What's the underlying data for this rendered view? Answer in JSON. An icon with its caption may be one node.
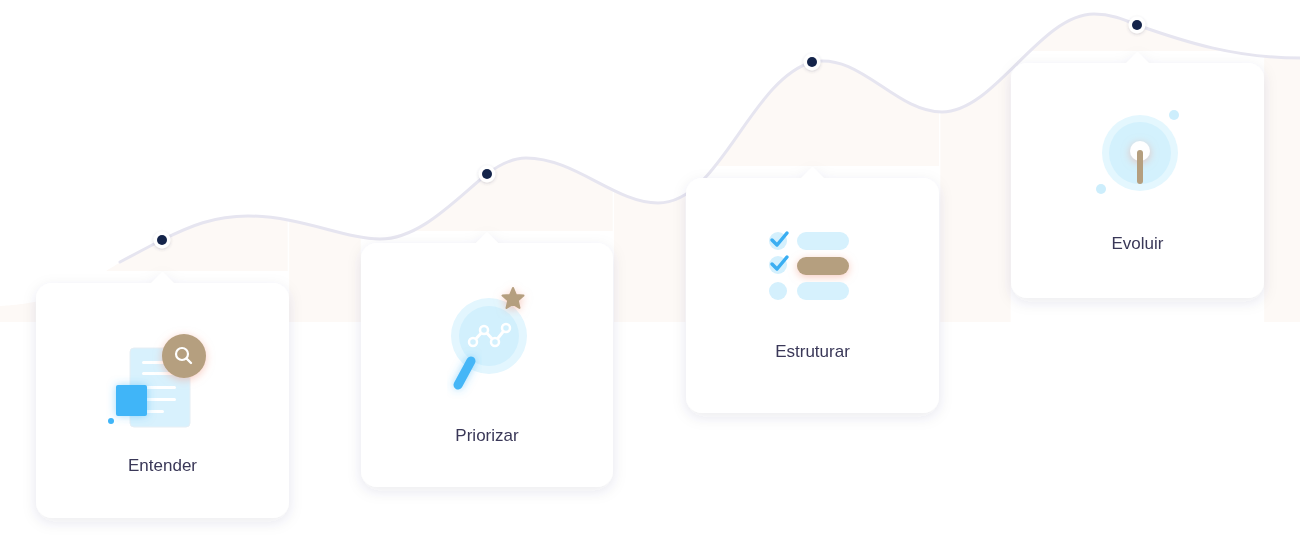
{
  "diagram": {
    "nodes": [
      {
        "text": [
          "Entender"
        ]
      },
      {
        "text": [
          "Priorizar"
        ]
      },
      {
        "text": [
          "Estruturar"
        ]
      },
      {
        "text": [
          "Evoluir"
        ]
      }
    ]
  }
}
